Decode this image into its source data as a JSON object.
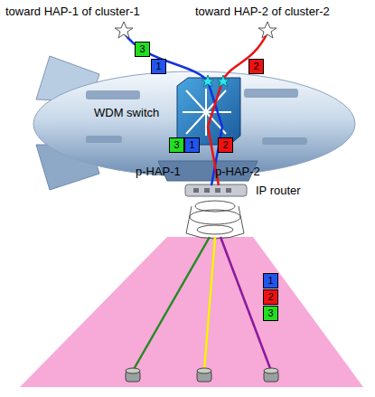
{
  "diagram": {
    "nodes": [
      {
        "text": [
          "3"
        ]
      },
      {
        "text": [
          "1"
        ]
      },
      {
        "text": [
          "2"
        ]
      },
      {
        "text": [
          "3"
        ]
      },
      {
        "text": [
          "1"
        ]
      },
      {
        "text": [
          "2"
        ]
      },
      {
        "text": [
          "1"
        ]
      },
      {
        "text": [
          "2"
        ]
      },
      {
        "text": [
          "3"
        ]
      }
    ],
    "labels": [
      "toward HAP-1 of cluster-1",
      "toward HAP-2 of cluster-2",
      "WDM switch",
      "p-HAP-1",
      "p-HAP-2",
      "IP router"
    ]
  }
}
